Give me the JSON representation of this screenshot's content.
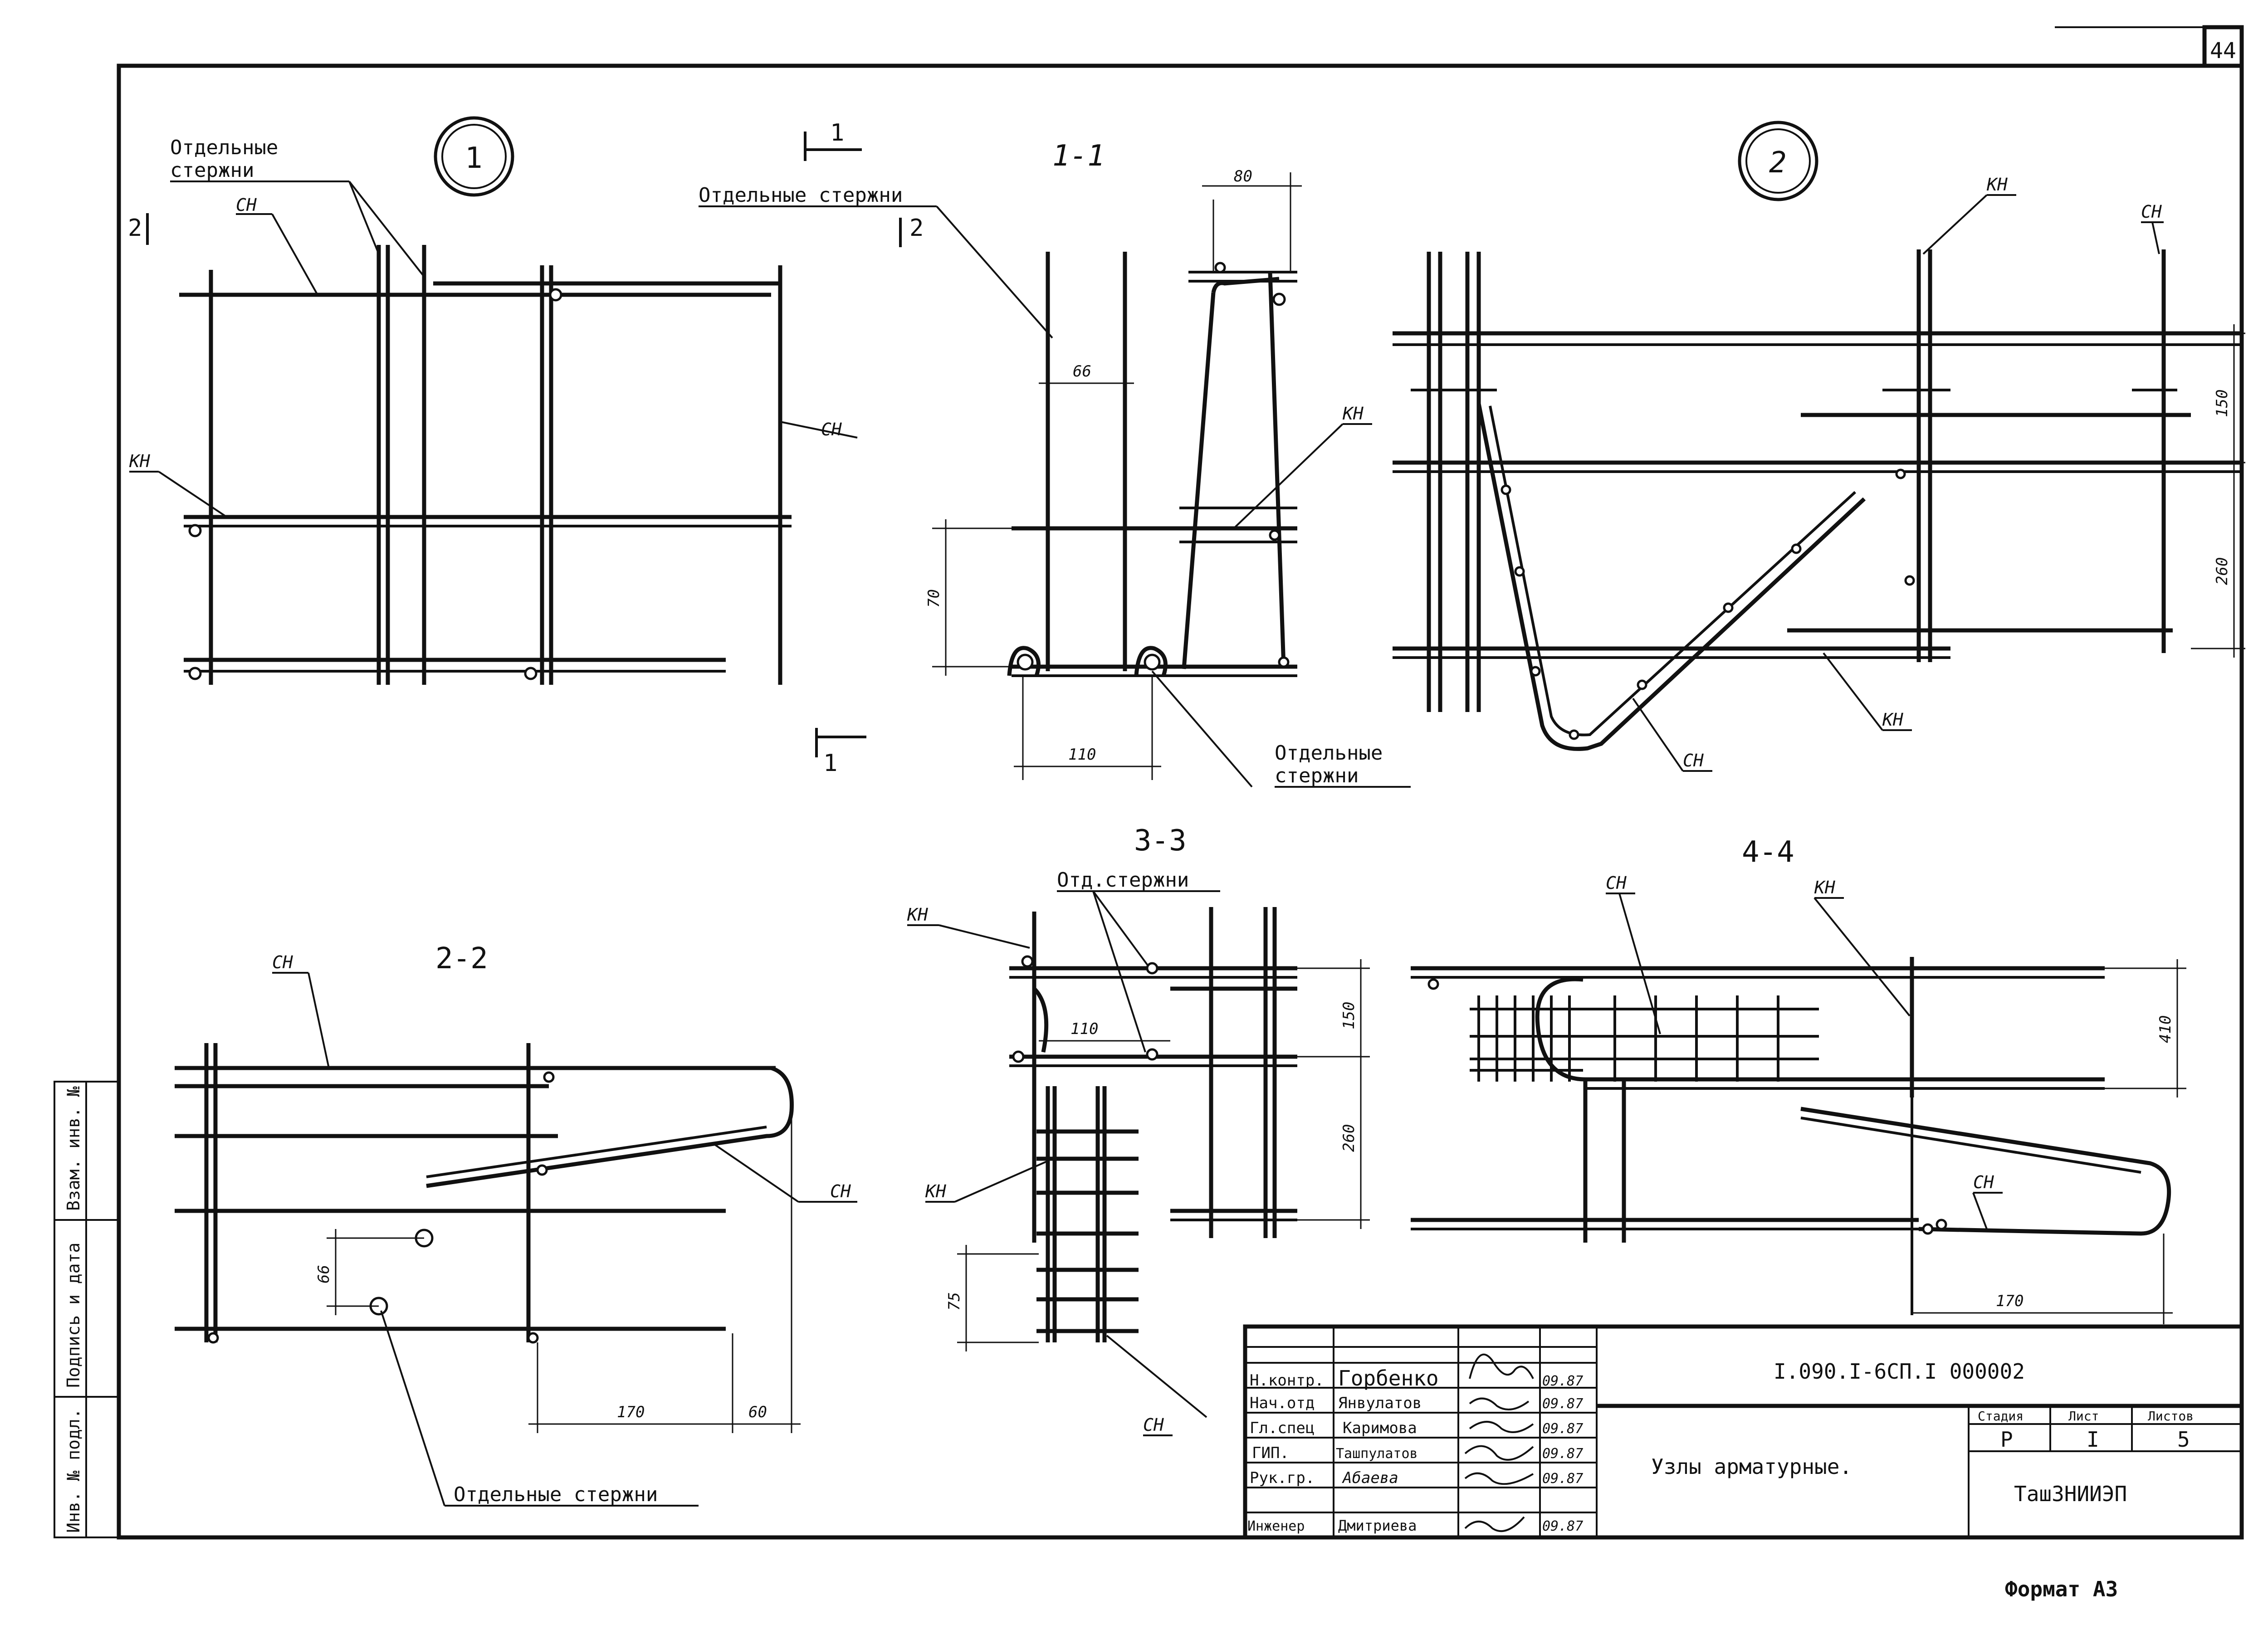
{
  "sheet": {
    "page_number": "44",
    "format_label": "Формат А3"
  },
  "node_markers": [
    "1",
    "2"
  ],
  "section_titles": {
    "s11": "1-1",
    "s22": "2-2",
    "s33": "3-3",
    "s44": "4-4"
  },
  "cut_marks": {
    "cut1_top": "1",
    "cut1_bottom": "1",
    "cut2_left": "2",
    "cut2_right": "2"
  },
  "labels": {
    "separate_bars_2lines": [
      "Отдельные",
      "стержни"
    ],
    "separate_bars": "Отдельные стержни",
    "separate_bars_short": "Отд.стержни",
    "cn": "СН",
    "kn": "КН"
  },
  "dimensions": {
    "d80": "80",
    "d66": "66",
    "d70": "70",
    "d110": "110",
    "d150": "150",
    "d260": "260",
    "d170": "170",
    "d60": "60",
    "d75": "75",
    "d410": "410"
  },
  "side_stamp": {
    "fields": [
      "Инв. № подл.",
      "Подпись и дата",
      "Взам. инв. №"
    ]
  },
  "title_block": {
    "document_code": "I.090.I-6СП.I   000002",
    "title": "Узлы  арматурные.",
    "organization": "ТашЗНИИЭП",
    "stage_header": "Стадия",
    "sheet_header": "Лист",
    "sheets_header": "Листов",
    "stage": "Р",
    "sheet": "I",
    "sheets": "5",
    "staff": [
      {
        "role": "Н.контр.",
        "name": "Горбенко",
        "date": "09.87"
      },
      {
        "role": "Нач.отд",
        "name": "Янвулатов",
        "date": "09.87"
      },
      {
        "role": "Гл.спец",
        "name": "Каримова",
        "date": "09.87"
      },
      {
        "role": "ГИП.",
        "name": "Ташпулатов",
        "date": "09.87"
      },
      {
        "role": "Рук.гр.",
        "name": "Абаева",
        "date": "09.87"
      },
      {
        "role": "Инженер",
        "name": "Дмитриева",
        "date": "09.87"
      }
    ]
  }
}
